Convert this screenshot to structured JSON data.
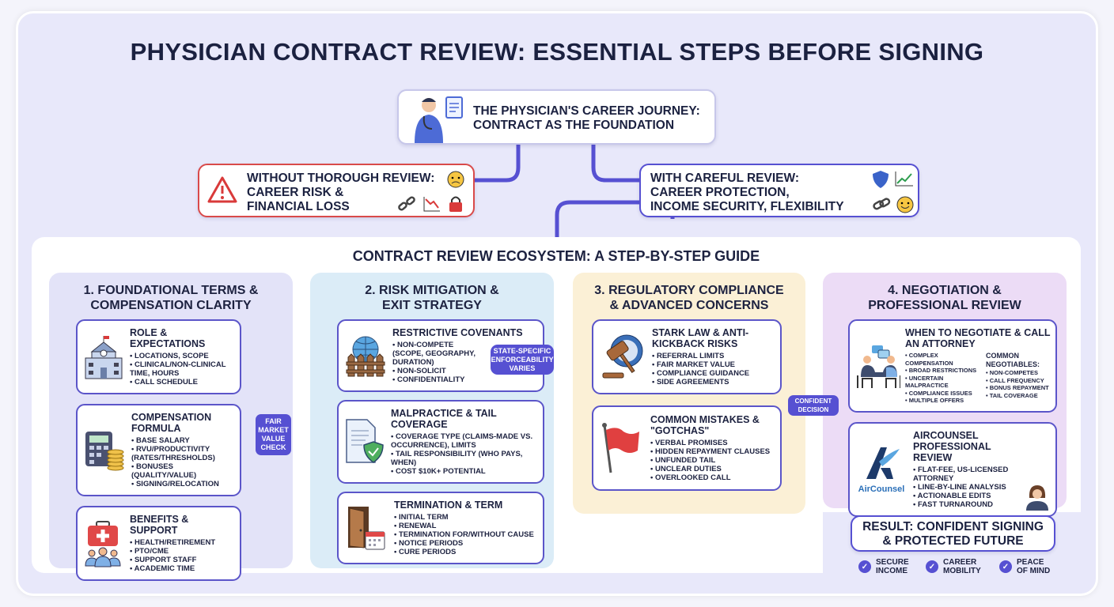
{
  "title": "PHYSICIAN CONTRACT REVIEW: ESSENTIAL STEPS BEFORE SIGNING",
  "journey": {
    "line1": "THE PHYSICIAN'S CAREER JOURNEY:",
    "line2": "CONTRACT AS THE FOUNDATION"
  },
  "without": {
    "line1": "WITHOUT THOROUGH REVIEW:",
    "line2": "CAREER RISK &",
    "line3": "FINANCIAL LOSS"
  },
  "with": {
    "line1": "WITH CAREFUL REVIEW:",
    "line2": "CAREER PROTECTION,",
    "line3": "INCOME SECURITY, FLEXIBILITY"
  },
  "ecosystem_title": "CONTRACT REVIEW ECOSYSTEM: A STEP-BY-STEP GUIDE",
  "colors": {
    "accent": "#5650d2",
    "col1": "#e3e3f8",
    "col2": "#dbecf7",
    "col3": "#fbf0d6",
    "col4": "#ecdcf6",
    "danger": "#d93a3a"
  },
  "columns": [
    {
      "title1": "1. FOUNDATIONAL TERMS &",
      "title2": "COMPENSATION CLARITY",
      "cards": [
        {
          "title": "ROLE & EXPECTATIONS",
          "icon": "building-icon",
          "items": [
            "LOCATIONS, SCOPE",
            "CLINICAL/NON-CLINICAL TIME, HOURS",
            "CALL SCHEDULE"
          ]
        },
        {
          "title": "COMPENSATION FORMULA",
          "icon": "calculator-coins-icon",
          "items": [
            "BASE SALARY",
            "RVU/PRODUCTIVITY (RATES/THRESHOLDS)",
            "BONUSES (QUALITY/VALUE)",
            "SIGNING/RELOCATION"
          ]
        },
        {
          "title": "BENEFITS & SUPPORT",
          "icon": "medical-kit-icon",
          "items": [
            "HEALTH/RETIREMENT",
            "PTO/CME",
            "SUPPORT STAFF",
            "ACADEMIC TIME"
          ]
        }
      ],
      "badge": "FAIR MARKET VALUE CHECK"
    },
    {
      "title1": "2. RISK MITIGATION &",
      "title2": "EXIT STRATEGY",
      "cards": [
        {
          "title": "RESTRICTIVE COVENANTS",
          "icon": "globe-fence-icon",
          "items": [
            "NON-COMPETE (SCOPE, GEOGRAPHY, DURATION)",
            "NON-SOLICIT",
            "CONFIDENTIALITY"
          ]
        },
        {
          "title": "MALPRACTICE & TAIL COVERAGE",
          "icon": "document-shield-icon",
          "items": [
            "COVERAGE TYPE (CLAIMS-MADE VS. OCCURRENCE), LIMITS",
            "TAIL RESPONSIBILITY (WHO PAYS, WHEN)",
            "COST $10K+ POTENTIAL"
          ]
        },
        {
          "title": "TERMINATION & TERM",
          "icon": "door-calendar-icon",
          "items": [
            "INITIAL TERM",
            "RENEWAL",
            "TERMINATION FOR/WITHOUT CAUSE",
            "NOTICE PERIODS",
            "CURE PERIODS"
          ]
        }
      ],
      "badge": "STATE-SPECIFIC ENFORCEABILITY VARIES"
    },
    {
      "title1": "3. REGULATORY COMPLIANCE",
      "title2": "& ADVANCED CONCERNS",
      "cards": [
        {
          "title": "STARK LAW & ANTI-KICKBACK RISKS",
          "icon": "gavel-icon",
          "items": [
            "REFERRAL LIMITS",
            "FAIR MARKET VALUE",
            "COMPLIANCE GUIDANCE",
            "SIDE AGREEMENTS"
          ]
        },
        {
          "title": "COMMON MISTAKES & \"GOTCHAS\"",
          "icon": "red-flag-icon",
          "items": [
            "VERBAL PROMISES",
            "HIDDEN REPAYMENT CLAUSES",
            "UNFUNDED TAIL",
            "UNCLEAR DUTIES",
            "OVERLOOKED CALL"
          ]
        }
      ],
      "badge": "CONFIDENT DECISION"
    },
    {
      "title1": "4. NEGOTIATION &",
      "title2": "PROFESSIONAL REVIEW",
      "cards": [
        {
          "title": "WHEN TO NEGOTIATE & CALL AN ATTORNEY",
          "icon": "meeting-icon",
          "items": [
            "COMPLEX COMPENSATION",
            "BROAD RESTRICTIONS",
            "UNCERTAIN MALPRACTICE",
            "COMPLIANCE ISSUES",
            "MULTIPLE OFFERS"
          ],
          "side_title": "COMMON NEGOTIABLES:",
          "side_items": [
            "NON-COMPETES",
            "CALL FREQUENCY",
            "BONUS REPAYMENT",
            "TAIL COVERAGE"
          ]
        },
        {
          "title": "AIRCOUNSEL PROFESSIONAL REVIEW",
          "icon": "aircounsel-logo",
          "logo_text": "AirCounsel",
          "items": [
            "FLAT-FEE, US-LICENSED ATTORNEY",
            "LINE-BY-LINE ANALYSIS",
            "ACTIONABLE EDITS",
            "FAST TURNAROUND"
          ]
        }
      ]
    }
  ],
  "result": {
    "line1": "RESULT: CONFIDENT SIGNING",
    "line2": "& PROTECTED FUTURE",
    "checks": [
      {
        "l1": "SECURE",
        "l2": "INCOME"
      },
      {
        "l1": "CAREER",
        "l2": "MOBILITY"
      },
      {
        "l1": "PEACE",
        "l2": "OF MIND"
      }
    ]
  }
}
